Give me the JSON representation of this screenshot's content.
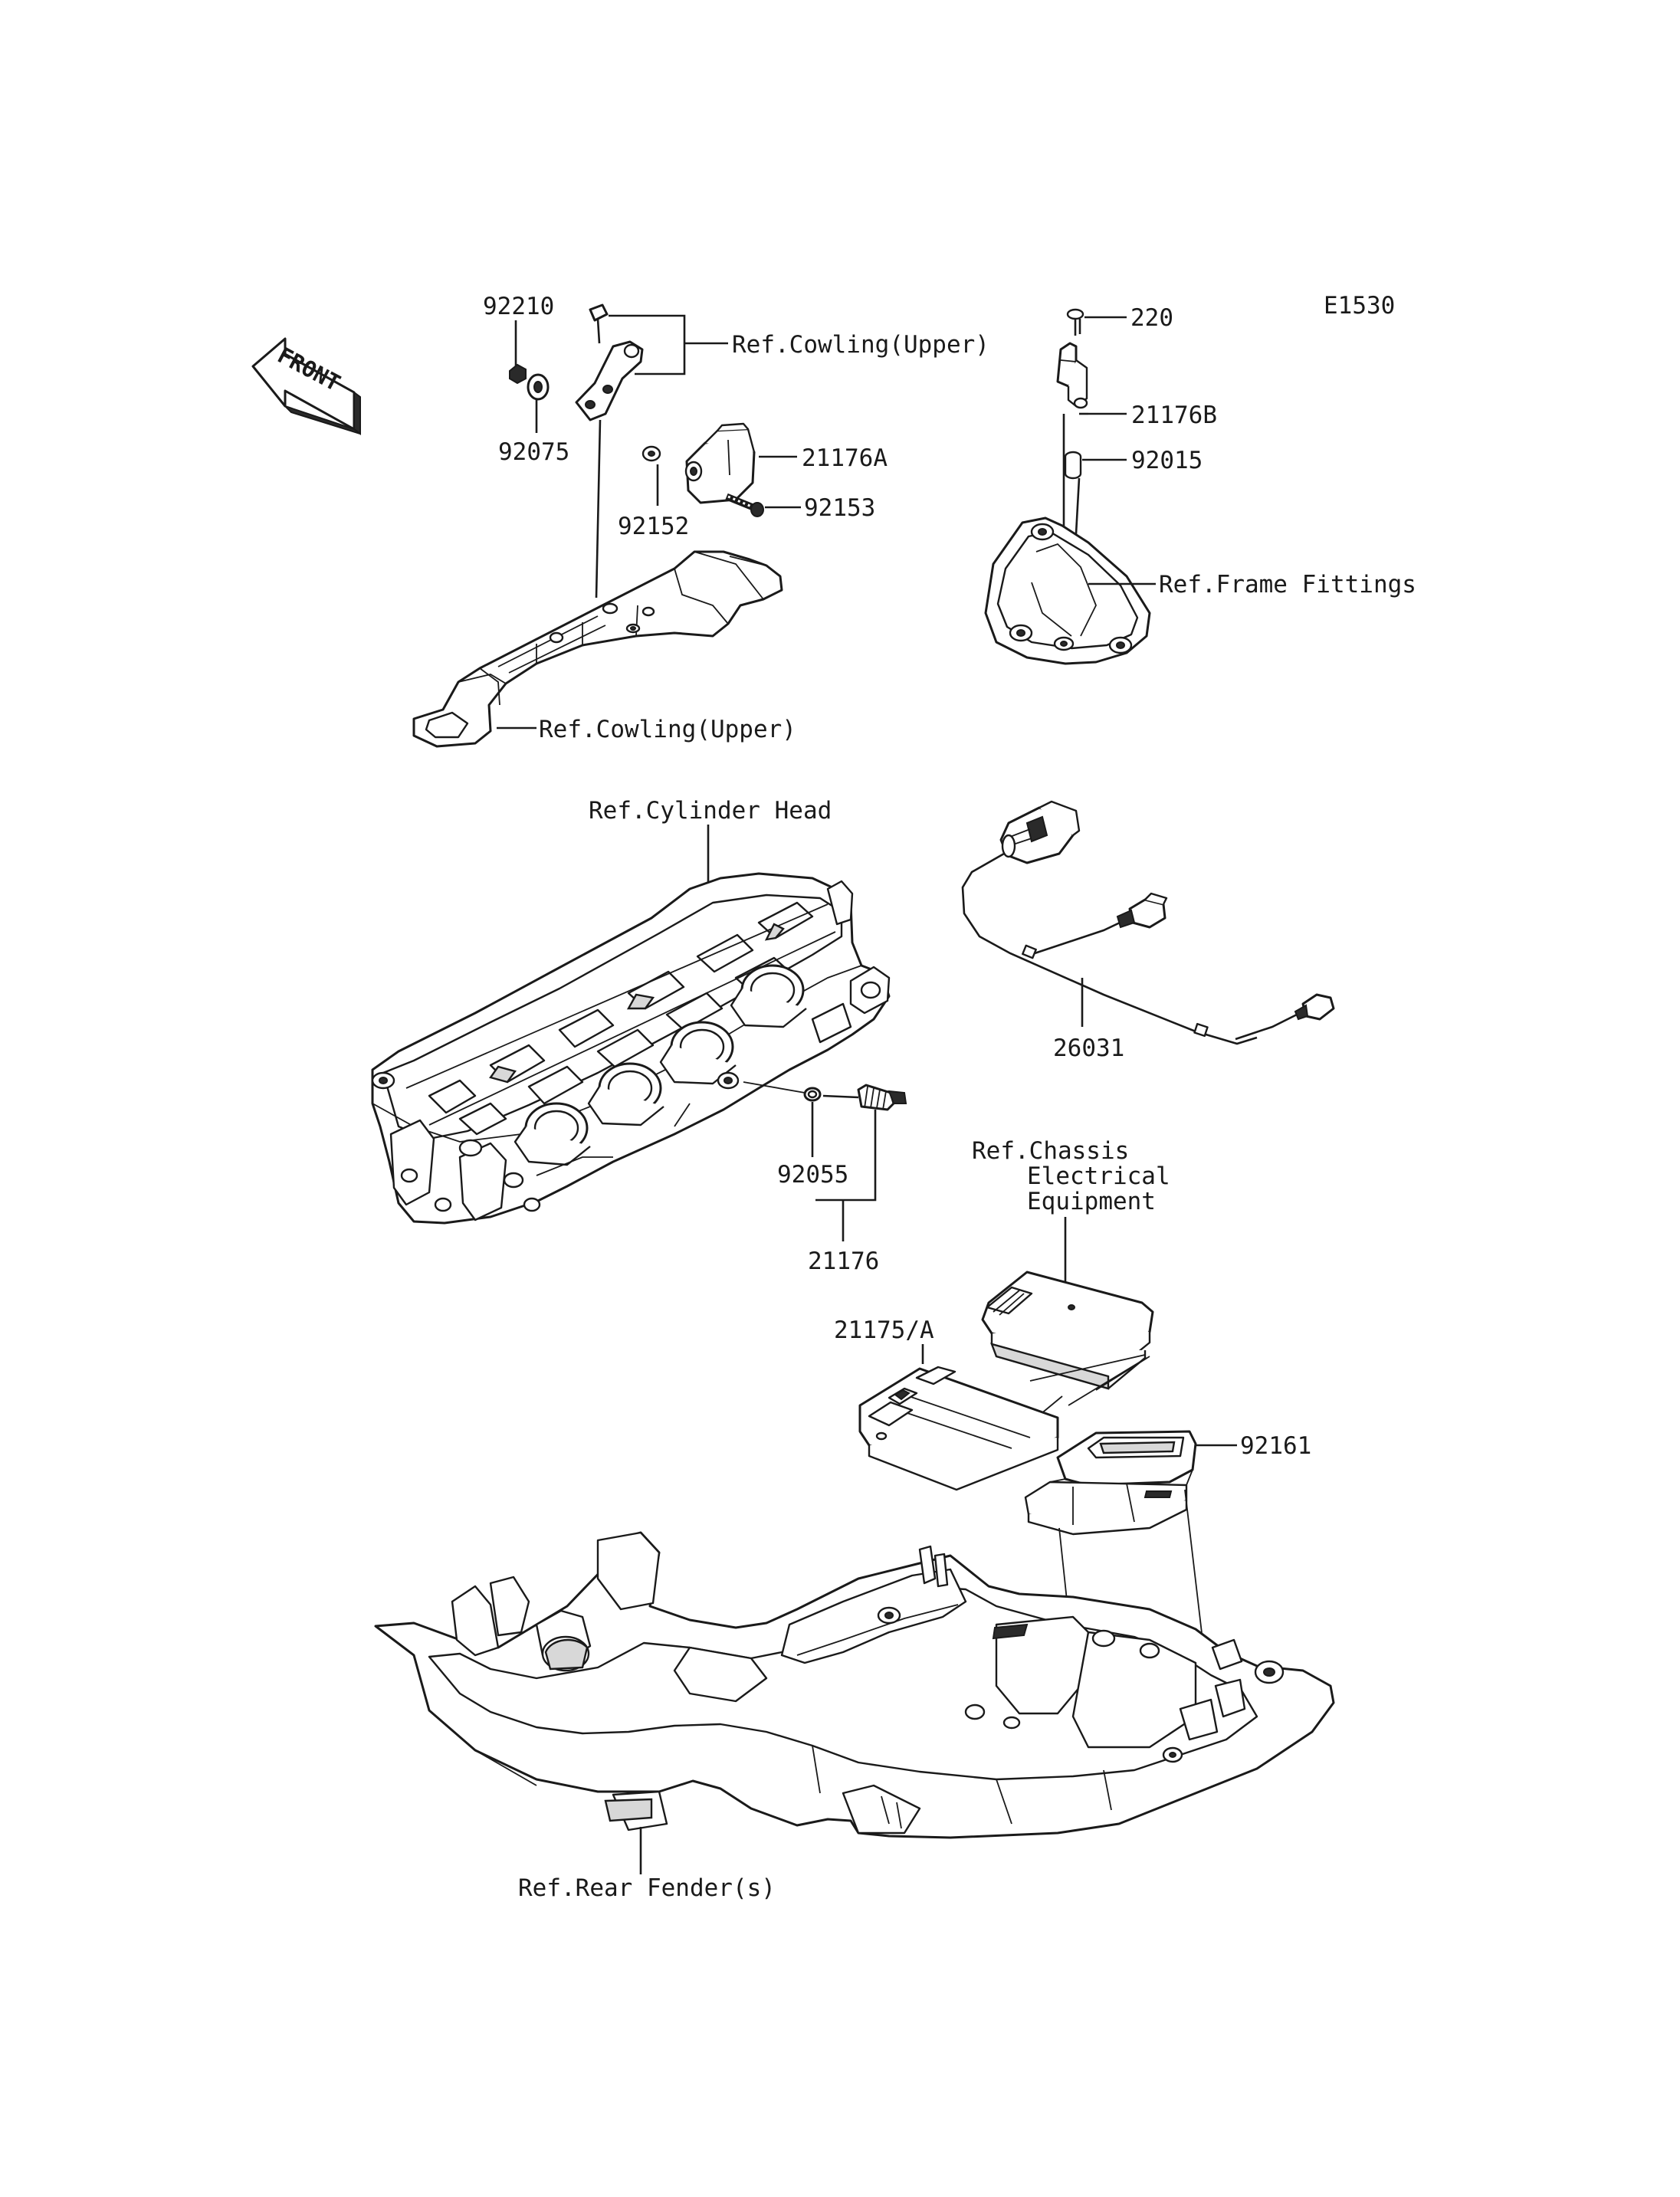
{
  "diagram_code": "E1530",
  "front_label": "FRONT",
  "parts": {
    "p92210": "92210",
    "p92075": "92075",
    "ref_cowling_upper_1": "Ref.Cowling(Upper)",
    "p21176A": "21176A",
    "p92152": "92152",
    "p92153": "92153",
    "ref_cowling_upper_2": "Ref.Cowling(Upper)",
    "p220": "220",
    "p21176B": "21176B",
    "p92015": "92015",
    "ref_frame_fittings": "Ref.Frame Fittings",
    "ref_cylinder_head": "Ref.Cylinder Head",
    "p26031": "26031",
    "p92055": "92055",
    "p21176": "21176",
    "ref_chassis_line1": "Ref.Chassis",
    "ref_chassis_line2": "Electrical",
    "ref_chassis_line3": "Equipment",
    "p21175A": "21175/A",
    "p92161": "92161",
    "ref_rear_fenders": "Ref.Rear Fender(s)"
  }
}
